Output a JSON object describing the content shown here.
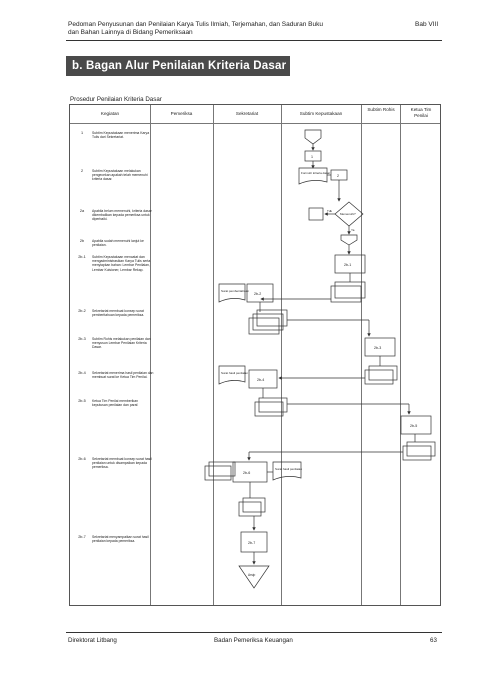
{
  "header": {
    "title_line1": "Pedoman Penyusunan dan Penilaian Karya Tulis Ilmiah, Terjemahan, dan Saduran Buku",
    "title_line2": "dan Bahan Lainnya di Bidang Pemeriksaan",
    "chapter": "Bab VIII"
  },
  "section": {
    "banner": "b.  Bagan Alur Penilaian Kriteria Dasar",
    "procedure_title": "Prosedur Penilaian Kriteria Dasar"
  },
  "table": {
    "columns": [
      "Kegiatan",
      "Pemeriksa",
      "Sekretariat",
      "Subtim Kepustakaan",
      "Subtim Rohis",
      "Ketua Tim Penilai"
    ],
    "steps": [
      {
        "no": "1",
        "text": "Subtim Kepustakaan menerima Karya Tulis dari Sekretariat."
      },
      {
        "no": "2",
        "text": "Subtim Kepustakaan melakukan pengecekan apakah telah memenuhi kriteria dasar."
      },
      {
        "no": "2a",
        "text": "Apabila belum memenuhi, kriteria dasar dikembalikan kepada pemeriksa untuk diperbaiki."
      },
      {
        "no": "2b",
        "text": "Apabila sudah memenuhi lanjut ke penilaian."
      },
      {
        "no": "2b-1",
        "text": "Subtim Kepustakaan mencatat dan mengadministrasikan Karya Tulis serta menyiapkan bahan: Lembar Penilaian, Lembar Kuisioner, Lembar Rekap."
      },
      {
        "no": "2b-2",
        "text": "Sekretariat membuat konsep surat pemberitahuan kepada pemeriksa."
      },
      {
        "no": "2b-3",
        "text": "Subtim Rohis melakukan penilaian dan menyusun Lembar Penilaian Kriteria Dasar."
      },
      {
        "no": "2b-4",
        "text": "Sekretariat menerima hasil penilaian dan membuat surat ke Ketua Tim Penilai."
      },
      {
        "no": "2b-5",
        "text": "Ketua Tim Penilai memberikan keputusan penilaian dan paraf."
      },
      {
        "no": "2b-6",
        "text": "Sekretariat membuat konsep surat hasil penilaian untuk disampaikan kepada pemeriksa."
      },
      {
        "no": "2b-7",
        "text": "Sekretariat menyampaikan surat hasil penilaian kepada pemeriksa."
      }
    ]
  },
  "flow": {
    "box1": "1",
    "box2": "2",
    "box2b1": "2b-1",
    "box2b2": "2b-2",
    "box2b3": "2b-3",
    "box2b4": "2b-4",
    "box2b5": "2b-5",
    "box2b6": "2b-6",
    "box2b7": "2b-7",
    "decision": "Memenuhi?",
    "yes": "Ya",
    "no": "Tdk",
    "doc1": "Formulir kriteria dasar",
    "doc2": "Surat pemberitahuan",
    "doc3": "Surat hasil penilaian",
    "doc4": "Surat hasil penilaian",
    "terminal": "Arsip"
  },
  "footer": {
    "left": "Direktorat Litbang",
    "center": "Badan Pemeriksa Keuangan",
    "page": "63"
  }
}
